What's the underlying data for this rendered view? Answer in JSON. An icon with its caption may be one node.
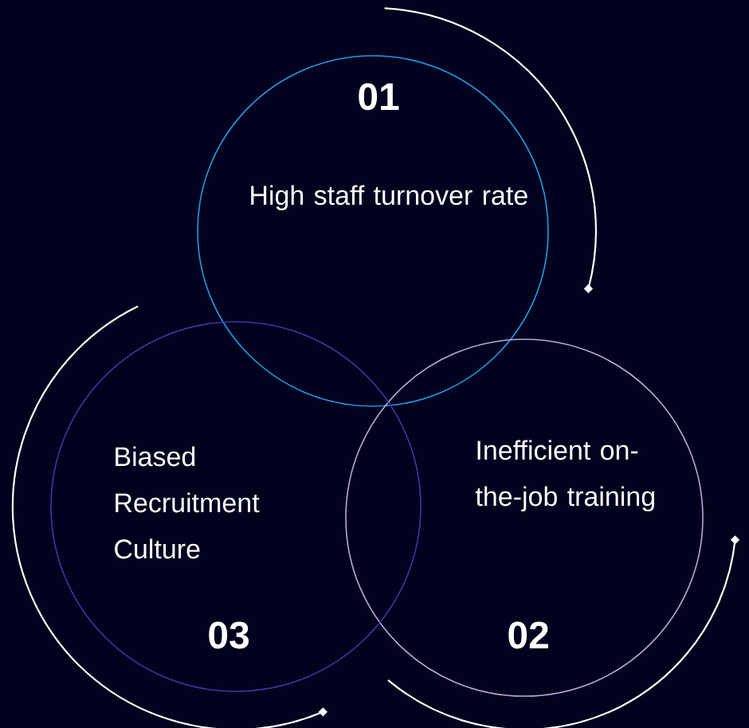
{
  "diagram": {
    "nodes": [
      {
        "text": [
          "01",
          "High staff turnover rate"
        ]
      },
      {
        "text": [
          "Inefficient on-the-job training",
          "02"
        ]
      },
      {
        "text": [
          "Biased Recruitment Culture",
          "03"
        ]
      }
    ]
  }
}
